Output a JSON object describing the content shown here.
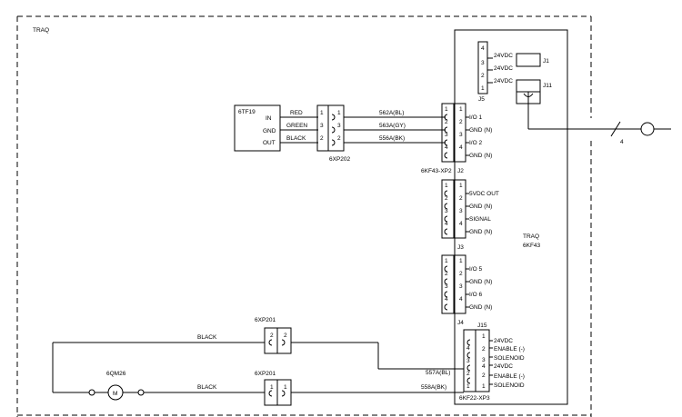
{
  "frame": {
    "label": "TRAQ"
  },
  "sensor": {
    "id": "6TF19",
    "pins": [
      "IN",
      "GND",
      "OUT"
    ]
  },
  "connector_6xp202": {
    "id": "6XP202",
    "left_pins": [
      "1",
      "3",
      "2"
    ],
    "right_pins": [
      "1",
      "3",
      "2"
    ],
    "wire_colors": [
      "RED",
      "GREEN",
      "BLACK"
    ]
  },
  "wires_to_j2": [
    "562A(BL)",
    "563A(GY)",
    "556A(BK)"
  ],
  "module": {
    "name": "TRAQ",
    "id": "6KF43",
    "j5": {
      "name": "J5",
      "pins": [
        "4",
        "3",
        "2",
        "1"
      ],
      "labels": [
        "24VDC",
        "24VDC",
        "24VDC"
      ]
    },
    "j1": "J1",
    "j11": "J11",
    "j2": {
      "name": "J2",
      "connector": "6KF43-XP2",
      "pins": [
        "1",
        "2",
        "3",
        "4"
      ],
      "labels": [
        "I/O 1",
        "GND (N)",
        "I/O 2",
        "GND (N)"
      ]
    },
    "j3": {
      "name": "J3",
      "pins": [
        "1",
        "2",
        "3",
        "4"
      ],
      "labels": [
        "5VDC OUT",
        "GND (N)",
        "SIGNAL",
        "GND (N)"
      ]
    },
    "j4": {
      "name": "J4",
      "pins": [
        "1",
        "2",
        "3",
        "4"
      ],
      "labels": [
        "I/O 5",
        "GND (N)",
        "I/O 6",
        "GND (N)"
      ]
    },
    "j15": {
      "name": "J15",
      "connector": "6KF22-XP3",
      "outer_pins": [
        "4",
        "3",
        "2",
        "1"
      ],
      "inner_pins": [
        "1",
        "2",
        "3",
        "4",
        "2",
        "1"
      ],
      "labels": [
        "24VDC",
        "ENABLE (-)",
        "SOLENOID",
        "24VDC",
        "ENABLE (-)",
        "SOLENOID"
      ]
    }
  },
  "cable_4": "4",
  "connector_6xp201_top": {
    "id": "6XP201",
    "pins": [
      "2",
      "2"
    ],
    "wire": "BLACK"
  },
  "connector_6xp201_bottom": {
    "id": "6XP201",
    "pins": [
      "1",
      "1"
    ],
    "wire": "BLACK"
  },
  "motor": {
    "id": "6QM26",
    "symbol": "M"
  },
  "wires_to_j15": [
    "557A(BL)",
    "558A(BK)"
  ]
}
